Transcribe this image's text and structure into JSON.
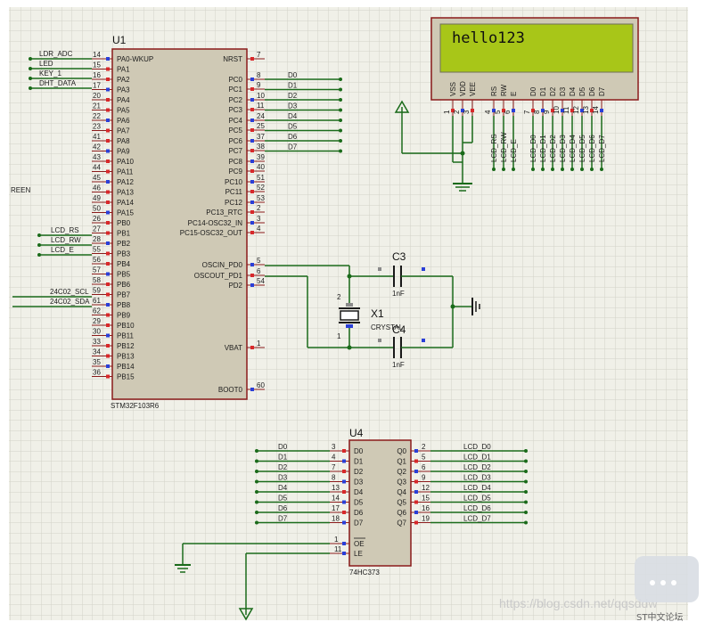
{
  "u1": {
    "ref": "U1",
    "part": "STM32F103R6",
    "left_pins": [
      {
        "name": "PA0-WKUP",
        "num": "14"
      },
      {
        "name": "PA1",
        "num": "15"
      },
      {
        "name": "PA2",
        "num": "16"
      },
      {
        "name": "PA3",
        "num": "17"
      },
      {
        "name": "PA4",
        "num": "20"
      },
      {
        "name": "PA5",
        "num": "21"
      },
      {
        "name": "PA6",
        "num": "22"
      },
      {
        "name": "PA7",
        "num": "23"
      },
      {
        "name": "PA8",
        "num": "41"
      },
      {
        "name": "PA9",
        "num": "42"
      },
      {
        "name": "PA10",
        "num": "43"
      },
      {
        "name": "PA11",
        "num": "44"
      },
      {
        "name": "PA12",
        "num": "45"
      },
      {
        "name": "PA13",
        "num": "46"
      },
      {
        "name": "PA14",
        "num": "49"
      },
      {
        "name": "PA15",
        "num": "50"
      },
      {
        "name": "PB0",
        "num": "26"
      },
      {
        "name": "PB1",
        "num": "27"
      },
      {
        "name": "PB2",
        "num": "28"
      },
      {
        "name": "PB3",
        "num": "55"
      },
      {
        "name": "PB4",
        "num": "56"
      },
      {
        "name": "PB5",
        "num": "57"
      },
      {
        "name": "PB6",
        "num": "58"
      },
      {
        "name": "PB7",
        "num": "59"
      },
      {
        "name": "PB8",
        "num": "61"
      },
      {
        "name": "PB9",
        "num": "62"
      },
      {
        "name": "PB10",
        "num": "29"
      },
      {
        "name": "PB11",
        "num": "30"
      },
      {
        "name": "PB12",
        "num": "33"
      },
      {
        "name": "PB13",
        "num": "34"
      },
      {
        "name": "PB14",
        "num": "35"
      },
      {
        "name": "PB15",
        "num": "36"
      }
    ],
    "right_pins": [
      {
        "name": "NRST",
        "num": "7"
      },
      {
        "name": "PC0",
        "num": "8"
      },
      {
        "name": "PC1",
        "num": "9"
      },
      {
        "name": "PC2",
        "num": "10"
      },
      {
        "name": "PC3",
        "num": "11"
      },
      {
        "name": "PC4",
        "num": "24"
      },
      {
        "name": "PC5",
        "num": "25"
      },
      {
        "name": "PC6",
        "num": "37"
      },
      {
        "name": "PC7",
        "num": "38"
      },
      {
        "name": "PC8",
        "num": "39"
      },
      {
        "name": "PC9",
        "num": "40"
      },
      {
        "name": "PC10",
        "num": "51"
      },
      {
        "name": "PC11",
        "num": "52"
      },
      {
        "name": "PC12",
        "num": "53"
      },
      {
        "name": "PC13_RTC",
        "num": "2"
      },
      {
        "name": "PC14-OSC32_IN",
        "num": "3"
      },
      {
        "name": "PC15-OSC32_OUT",
        "num": "4"
      },
      {
        "name": "OSCIN_PD0",
        "num": "5"
      },
      {
        "name": "OSCOUT_PD1",
        "num": "6"
      },
      {
        "name": "PD2",
        "num": "54"
      },
      {
        "name": "VBAT",
        "num": "1"
      },
      {
        "name": "BOOT0",
        "num": "60"
      }
    ],
    "left_nets": [
      "LDR_ADC",
      "LED",
      "KEY_1",
      "DHT_DATA",
      "LCD_RS",
      "LCD_RW",
      "LCD_E",
      "24C02_SCL",
      "24C02_SDA"
    ],
    "right_nets": [
      "D0",
      "D1",
      "D2",
      "D3",
      "D4",
      "D5",
      "D6",
      "D7"
    ]
  },
  "lcd": {
    "text": "hello123",
    "pins": [
      {
        "name": "VSS",
        "num": "1"
      },
      {
        "name": "VDD",
        "num": "2"
      },
      {
        "name": "VEE",
        "num": "3"
      },
      {
        "name": "RS",
        "num": "4"
      },
      {
        "name": "RW",
        "num": "5"
      },
      {
        "name": "E",
        "num": "6"
      },
      {
        "name": "D0",
        "num": "7"
      },
      {
        "name": "D1",
        "num": "8"
      },
      {
        "name": "D2",
        "num": "9"
      },
      {
        "name": "D3",
        "num": "10"
      },
      {
        "name": "D4",
        "num": "11"
      },
      {
        "name": "D5",
        "num": "12"
      },
      {
        "name": "D6",
        "num": "13"
      },
      {
        "name": "D7",
        "num": "14"
      }
    ],
    "nets": [
      "LCD_RS",
      "LCD_RW",
      "LCD_E",
      "LCD_D0",
      "LCD_D1",
      "LCD_D2",
      "LCD_D3",
      "LCD_D4",
      "LCD_D5",
      "LCD_D6",
      "LCD_D7"
    ],
    "lcd_color": "#a8c618"
  },
  "crystal": {
    "c3_ref": "C3",
    "c3_val": "1nF",
    "c4_ref": "C4",
    "c4_val": "1nF",
    "x1_ref": "X1",
    "x1_val": "CRYSTAL",
    "pin1": "1",
    "pin2": "2"
  },
  "u4": {
    "ref": "U4",
    "part": "74HC373",
    "d_pins": [
      {
        "name": "D0",
        "num": "3"
      },
      {
        "name": "D1",
        "num": "4"
      },
      {
        "name": "D2",
        "num": "7"
      },
      {
        "name": "D3",
        "num": "8"
      },
      {
        "name": "D4",
        "num": "13"
      },
      {
        "name": "D5",
        "num": "14"
      },
      {
        "name": "D6",
        "num": "17"
      },
      {
        "name": "D7",
        "num": "18"
      }
    ],
    "q_pins": [
      {
        "name": "Q0",
        "num": "2"
      },
      {
        "name": "Q1",
        "num": "5"
      },
      {
        "name": "Q2",
        "num": "6"
      },
      {
        "name": "Q3",
        "num": "9"
      },
      {
        "name": "Q4",
        "num": "12"
      },
      {
        "name": "Q5",
        "num": "15"
      },
      {
        "name": "Q6",
        "num": "16"
      },
      {
        "name": "Q7",
        "num": "19"
      }
    ],
    "oe": {
      "name": "OE",
      "num": "1"
    },
    "le": {
      "name": "LE",
      "num": "11"
    },
    "in_nets": [
      "D0",
      "D1",
      "D2",
      "D3",
      "D4",
      "D5",
      "D6",
      "D7"
    ],
    "out_nets": [
      "LCD_D0",
      "LCD_D1",
      "LCD_D2",
      "LCD_D3",
      "LCD_D4",
      "LCD_D5",
      "LCD_D6",
      "LCD_D7"
    ]
  },
  "misc": {
    "left_edge_label": "REEN",
    "watermark": "https://blog.csdn.net/qqsddw",
    "badge": "ST中文论坛"
  },
  "colors": {
    "wire": "#1a6b1a",
    "body_fill": "#cfc9b5",
    "body_stroke": "#8a1a1a",
    "pin_red": "#d8282a",
    "pin_blue": "#2a3fd8",
    "grid": "#d2d2c8"
  }
}
